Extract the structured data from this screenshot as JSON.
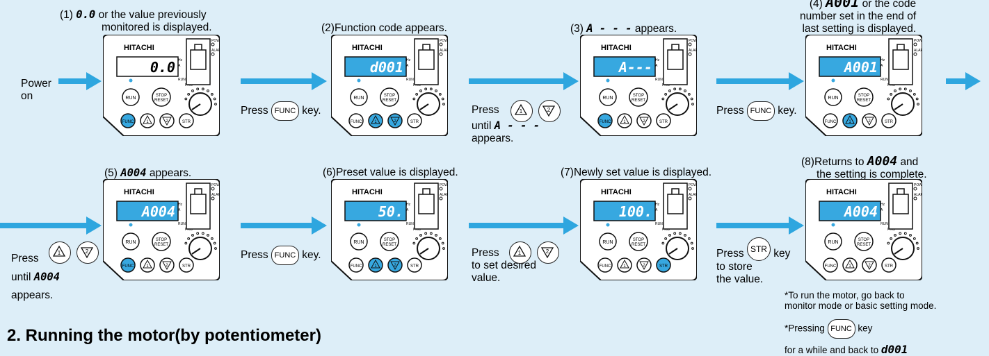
{
  "colors": {
    "background": "#ddeef8",
    "accent": "#2ea6df",
    "panel_fill": "#ffffff",
    "display_on": "#37a8e0",
    "display_off": "#ffffff"
  },
  "brand": "HITACHI",
  "panel_labels": {
    "run": "RUN",
    "stop_line1": "STOP",
    "stop_line2": "RESET",
    "func": "FUNC",
    "str": "STR",
    "power": "POWER",
    "alarm": "ALARM",
    "hz": "Hz",
    "a": "A",
    "run_led": "RUN",
    "prg": "PRG"
  },
  "power_on": {
    "line1": "Power",
    "line2": "on"
  },
  "steps": [
    {
      "display": "0.0",
      "lit": false,
      "caption_prefix": "(1)",
      "caption_code": "0.0",
      "caption_rest": "or the value previously",
      "caption_line2": "monitored is displayed.",
      "highlight": [
        "func"
      ]
    },
    {
      "display": "d001",
      "lit": true,
      "caption": "(2)Function code appears.",
      "highlight": [
        "up",
        "down"
      ]
    },
    {
      "display": "A---",
      "lit": true,
      "caption_prefix": "(3)",
      "caption_code": "A - - -",
      "caption_rest": "appears.",
      "highlight": [
        "func"
      ]
    },
    {
      "display": "A001",
      "lit": true,
      "caption_prefix": "(4)",
      "caption_code": "A001",
      "caption_rest": "or the code",
      "caption_line2": "number set in the end of",
      "caption_line3": "last setting is displayed.",
      "highlight": [
        "up"
      ]
    },
    {
      "display": "A004",
      "lit": true,
      "caption_prefix": "(5)",
      "caption_code": "A004",
      "caption_rest": "appears.",
      "highlight": [
        "func"
      ]
    },
    {
      "display": "50.",
      "lit": true,
      "caption": "(6)Preset value is displayed.",
      "highlight": [
        "up",
        "down"
      ]
    },
    {
      "display": "100.",
      "lit": true,
      "caption": "(7)Newly set value is displayed.",
      "highlight": [
        "str"
      ]
    },
    {
      "display": "A004",
      "lit": true,
      "caption_line1": "(8)Returns to",
      "caption_code": "A004",
      "caption_rest": "and",
      "caption_line2": "the setting is complete.",
      "highlight": []
    }
  ],
  "actions": {
    "a1": {
      "press": "Press",
      "key": "FUNC",
      "suffix": "key."
    },
    "a2": {
      "press": "Press",
      "until": "until",
      "code": "A - - -",
      "appears": "appears."
    },
    "a3": {
      "press": "Press",
      "key": "FUNC",
      "suffix": "key."
    },
    "a4": {
      "press": "Press",
      "until": "until",
      "code": "A004",
      "appears": "appears."
    },
    "a5": {
      "press": "Press",
      "key": "FUNC",
      "suffix": "key."
    },
    "a6": {
      "press": "Press",
      "line2": "to set desired",
      "line3": "value."
    },
    "a7": {
      "press": "Press",
      "key": "STR",
      "suffix": "key",
      "line2": "to store",
      "line3": "the value."
    }
  },
  "notes": {
    "n1_line1": "*To run the motor, go back to",
    "n1_line2": "monitor mode or basic setting mode.",
    "n2_line1_pre": "*Pressing",
    "n2_key": "FUNC",
    "n2_line1_post": "key",
    "n2_line2": "for a while and back to",
    "n2_code": "d001"
  },
  "section_heading": "2. Running the motor(by potentiometer)",
  "up_key": "1",
  "down_key": "2"
}
